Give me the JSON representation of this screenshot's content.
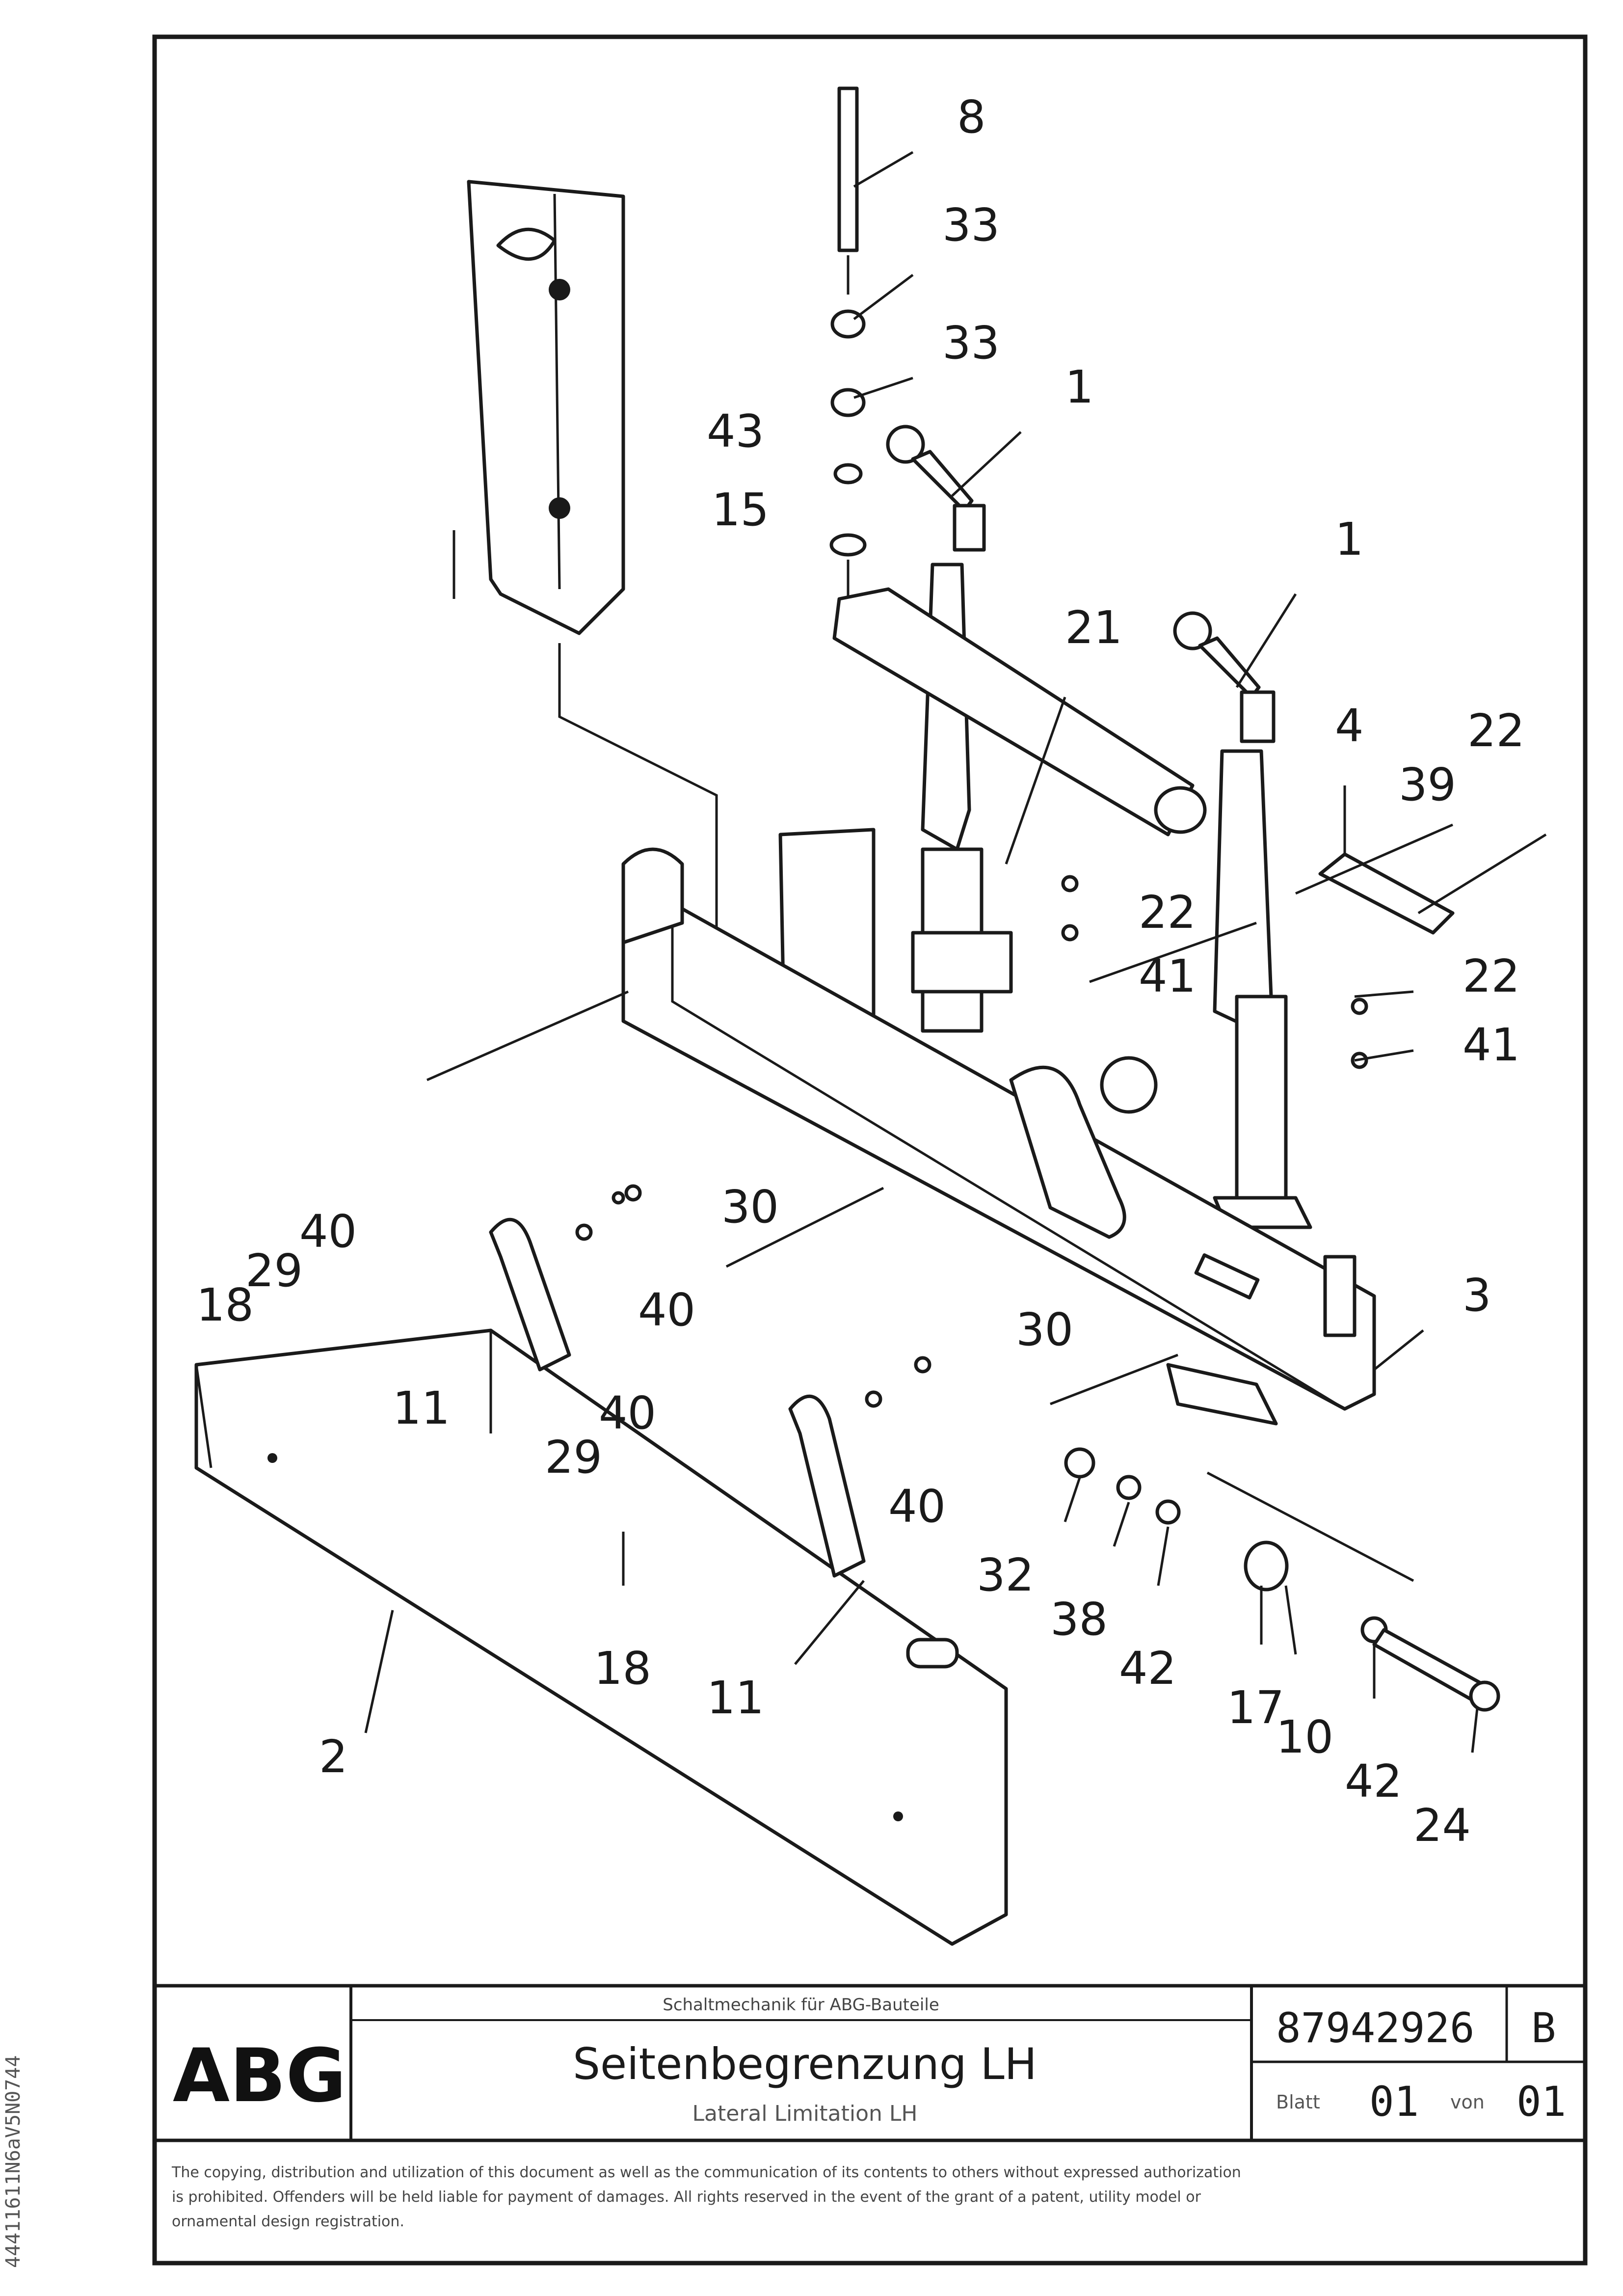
{
  "drawing": {
    "callouts": [
      "8",
      "33",
      "33",
      "1",
      "43",
      "15",
      "1",
      "21",
      "4",
      "22",
      "39",
      "22",
      "41",
      "22",
      "41",
      "30",
      "40",
      "29",
      "18",
      "40",
      "11",
      "40",
      "29",
      "30",
      "3",
      "40",
      "11",
      "32",
      "38",
      "42",
      "17",
      "10",
      "42",
      "24",
      "18",
      "11",
      "2"
    ]
  },
  "title_block": {
    "logo": "ABG",
    "header_small": "Schaltmechanik für ABG-Bauteile",
    "title": "Seitenbegrenzung LH",
    "subtitle": "Lateral Limitation LH",
    "drawing_number": "87942926",
    "revision": "B",
    "sheet_label": "Blatt",
    "sheet_value": "01",
    "of_label": "von",
    "of_value": "01"
  },
  "legal_notice": {
    "line1": "The copying, distribution and utilization of this document as well as the communication of its contents to others without expressed authorization",
    "line2": "is prohibited. Offenders will be held liable for payment of damages. All rights reserved in the event of the grant of a patent, utility model or",
    "line3": "ornamental design registration."
  },
  "side_code": "44411611N6aV5N0744"
}
